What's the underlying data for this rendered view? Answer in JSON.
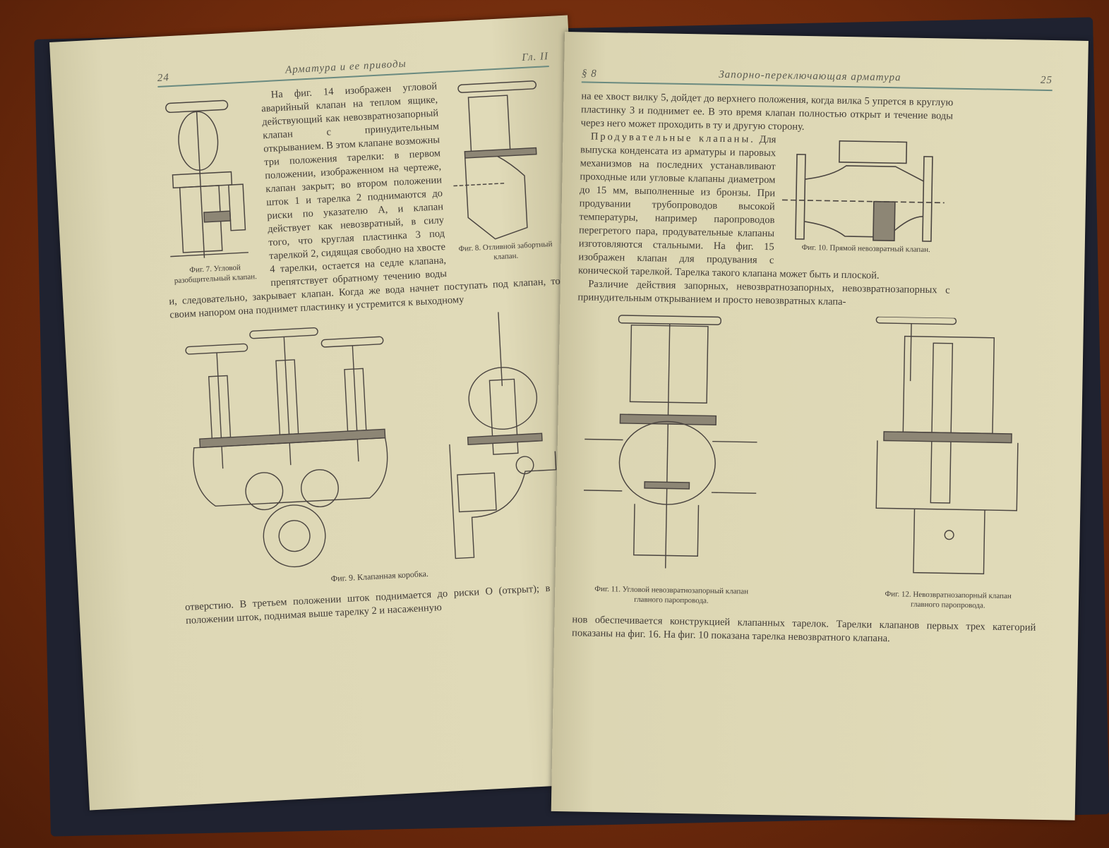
{
  "left_page": {
    "page_number": "24",
    "running_title": "Арматура и ее приводы",
    "chapter": "Гл. II",
    "paragraph_top": "На фиг. 14 изображен угловой аварийный клапан на теплом ящике, действующий как невозвратнозапорный клапан с принудительным открыванием. В этом клапане возможны три положения тарелки: в первом положении, изображенном на чертеже, клапан закрыт; во втором положении шток 1 и тарелка 2 поднимаются до риски по указателю А, и клапан действует как невозвратный, в силу того, что круглая пластинка 3 под тарелкой 2, сидящая свободно на хвосте 4 тарелки, остается на седле клапана, препятствует обратному течению воды и, следовательно, закрывает клапан. Когда же вода начнет поступать под клапан, то своим напором она поднимет пластинку и устремится к выходному",
    "paragraph_bottom": "отверстию. В третьем положении шток поднимается до риски О (открыт); в этом положении шток, поднимая выше тарелку 2 и насаженную",
    "fig7_caption": "Фиг. 7. Угловой разобщительный клапан.",
    "fig8_caption": "Фиг. 8. Отливной забортный клапан.",
    "fig9_caption": "Фиг. 9. Клапанная коробка."
  },
  "right_page": {
    "section": "§ 8",
    "running_title": "Запорно-переключающая арматура",
    "page_number": "25",
    "paragraph_top": "на ее хвост вилку 5, дойдет до верхнего положения, когда вилка 5 упрется в круглую пластинку 3 и поднимет ее. В это время клапан полностью открыт и течение воды через него может проходить в ту и другую сторону.",
    "blow_heading": "Продувательные клапаны.",
    "paragraph_blow": "Для выпуска конденсата из арматуры и паровых механизмов на последних устанавливают проходные или угловые клапаны диаметром до 15 мм, выполненные из бронзы. При продувании трубопроводов высокой температуры, например паропроводов перегретого пара, продувательные клапаны изготовляются стальными. На фиг. 15 изображен клапан для продувания с конической тарелкой. Тарелка такого клапана может быть и плоской.",
    "paragraph_diff": "Различие действия запорных, невозвратнозапорных, невозвратнозапорных с принудительным открыванием и просто невозвратных клапа-",
    "paragraph_bottom": "нов обеспечивается конструкцией клапанных тарелок. Тарелки клапанов первых трех категорий показаны на фиг. 16. На фиг. 10 показана тарелка невозвратного клапана.",
    "fig10_caption": "Фиг. 10. Прямой невозвратный клапан.",
    "fig11_caption": "Фиг. 11. Угловой невозвратнозапорный клапан главного паропровода.",
    "fig12_caption": "Фиг. 12. Невозвратнозапорный клапан главного паропровода."
  }
}
